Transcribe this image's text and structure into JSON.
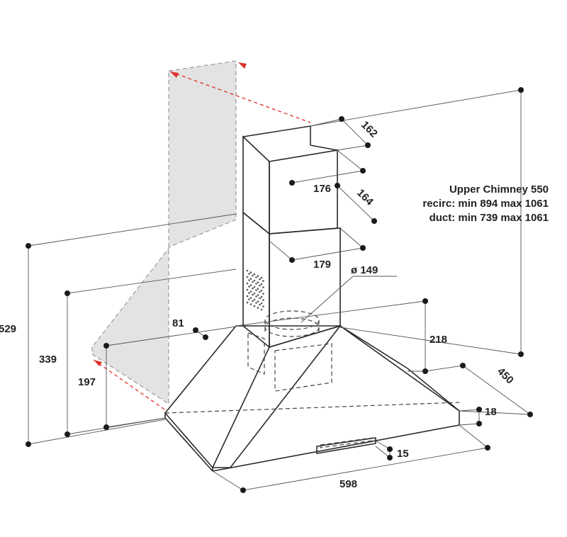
{
  "colors": {
    "outline": "#2a2a2a",
    "dimension_line": "#555555",
    "wall_fill": "#e3e3e3",
    "arrow": "#e0312b",
    "text": "#222222"
  },
  "notes": {
    "line1": "Upper Chimney 550",
    "line2": "recirc: min 894 max 1061",
    "line3": "duct: min 739 max 1061"
  },
  "dimensions": {
    "upper_depth": "162",
    "upper_width": "176",
    "lower_depth": "164",
    "lower_width": "179",
    "duct_diameter": "ø 149",
    "wall_offset": "81",
    "hood_height": "529",
    "mount_height": "339",
    "bracket_height": "197",
    "canopy_height": "218",
    "hood_depth": "450",
    "rim_height": "18",
    "light_height": "15",
    "hood_width": "598"
  }
}
